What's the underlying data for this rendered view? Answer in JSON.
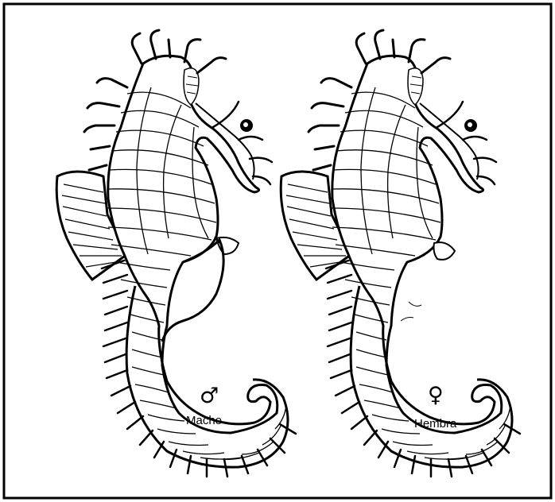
{
  "figures": [
    {
      "id": "male",
      "symbol": "♂",
      "label": "Macho"
    },
    {
      "id": "female",
      "symbol": "♀",
      "label": "Hembra"
    }
  ]
}
